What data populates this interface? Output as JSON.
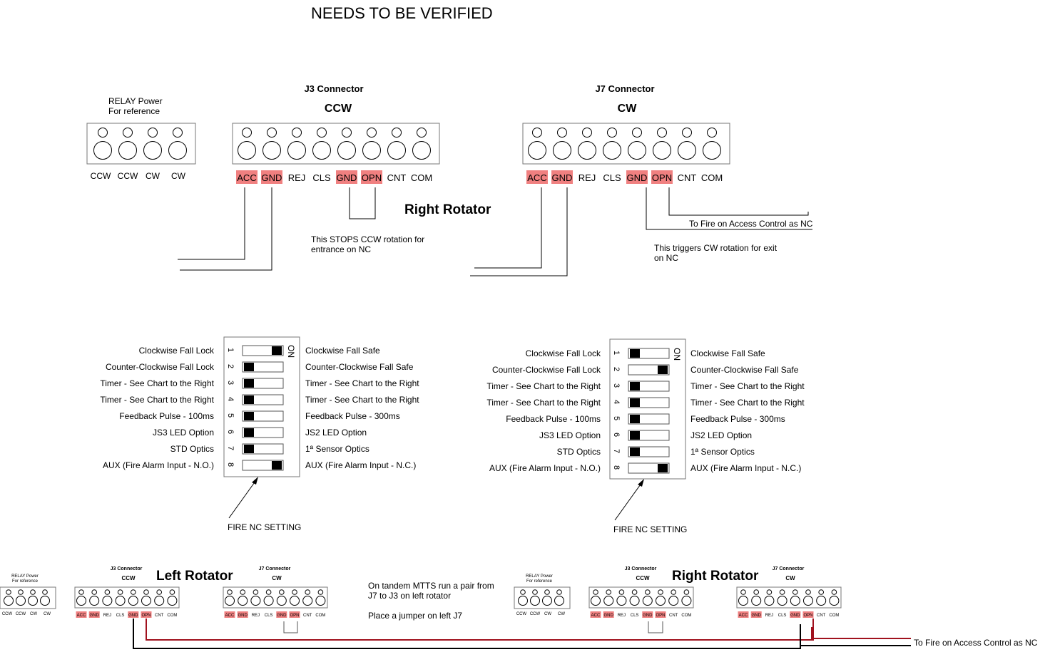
{
  "page_title": "NEEDS TO BE VERIFIED",
  "colors": {
    "highlight": "#f08080",
    "wire_red": "#a0111e",
    "wire_black": "#000000"
  },
  "relay": {
    "title_line1": "RELAY Power",
    "title_line2": "For reference",
    "pins": [
      "CCW",
      "CCW",
      "CW",
      "CW"
    ]
  },
  "j3": {
    "title": "J3 Connector",
    "subtitle": "CCW",
    "pins": [
      {
        "label": "ACC",
        "highlight": true
      },
      {
        "label": "GND",
        "highlight": true
      },
      {
        "label": "REJ",
        "highlight": false
      },
      {
        "label": "CLS",
        "highlight": false
      },
      {
        "label": "GND",
        "highlight": true
      },
      {
        "label": "OPN",
        "highlight": true
      },
      {
        "label": "CNT",
        "highlight": false
      },
      {
        "label": "COM",
        "highlight": false
      }
    ],
    "note_line1": "This STOPS CCW rotation for",
    "note_line2": "entrance on NC"
  },
  "j7": {
    "title": "J7 Connector",
    "subtitle": "CW",
    "pins": [
      {
        "label": "ACC",
        "highlight": true
      },
      {
        "label": "GND",
        "highlight": true
      },
      {
        "label": "REJ",
        "highlight": false
      },
      {
        "label": "CLS",
        "highlight": false
      },
      {
        "label": "GND",
        "highlight": true
      },
      {
        "label": "OPN",
        "highlight": true
      },
      {
        "label": "CNT",
        "highlight": false
      },
      {
        "label": "COM",
        "highlight": false
      }
    ],
    "fire_label": "To Fire on Access Control as NC",
    "note_line1": "This triggers CW rotation for exit",
    "note_line2": "on NC"
  },
  "right_rotator_label": "Right Rotator",
  "dip_left": {
    "on_label": "ON",
    "switches": [
      {
        "num": "1",
        "off_label": "Clockwise Fall Lock",
        "on_label": "Clockwise Fall Safe",
        "on": true
      },
      {
        "num": "2",
        "off_label": "Counter-Clockwise Fall Lock",
        "on_label": "Counter-Clockwise Fall Safe",
        "on": false
      },
      {
        "num": "3",
        "off_label": "Timer - See Chart to the Right",
        "on_label": "Timer - See Chart to the Right",
        "on": false
      },
      {
        "num": "4",
        "off_label": "Timer - See Chart to the Right",
        "on_label": "Timer - See Chart to the Right",
        "on": false
      },
      {
        "num": "5",
        "off_label": "Feedback Pulse - 100ms",
        "on_label": "Feedback Pulse - 300ms",
        "on": false
      },
      {
        "num": "6",
        "off_label": "JS3 LED Option",
        "on_label": "JS2 LED Option",
        "on": false
      },
      {
        "num": "7",
        "off_label": "STD Optics",
        "on_label": "1ª Sensor Optics",
        "on": false
      },
      {
        "num": "8",
        "off_label": "AUX (Fire Alarm Input - N.O.)",
        "on_label": "AUX (Fire Alarm Input - N.C.)",
        "on": true
      }
    ],
    "arrow_label": "FIRE NC SETTING"
  },
  "dip_right": {
    "on_label": "ON",
    "switches": [
      {
        "num": "1",
        "off_label": "Clockwise Fall Lock",
        "on_label": "Clockwise Fall Safe",
        "on": false
      },
      {
        "num": "2",
        "off_label": "Counter-Clockwise Fall Lock",
        "on_label": "Counter-Clockwise Fall Safe",
        "on": true
      },
      {
        "num": "3",
        "off_label": "Timer - See Chart to the Right",
        "on_label": "Timer - See Chart to the Right",
        "on": false
      },
      {
        "num": "4",
        "off_label": "Timer - See Chart to the Right",
        "on_label": "Timer - See Chart to the Right",
        "on": false
      },
      {
        "num": "5",
        "off_label": "Feedback Pulse - 100ms",
        "on_label": "Feedback Pulse - 300ms",
        "on": false
      },
      {
        "num": "6",
        "off_label": "JS3 LED Option",
        "on_label": "JS2 LED Option",
        "on": false
      },
      {
        "num": "7",
        "off_label": "STD Optics",
        "on_label": "1ª Sensor Optics",
        "on": false
      },
      {
        "num": "8",
        "off_label": "AUX (Fire Alarm Input - N.O.)",
        "on_label": "AUX (Fire Alarm Input - N.C.)",
        "on": true
      }
    ],
    "arrow_label": "FIRE NC SETTING"
  },
  "tandem": {
    "left_label": "Left Rotator",
    "right_label": "Right Rotator",
    "note_line1": "On tandem MTTS run a pair from",
    "note_line2": "J7 to J3 on left rotator",
    "note_line3": "Place a jumper on left J7",
    "fire_label": "To Fire on Access Control as NC"
  }
}
